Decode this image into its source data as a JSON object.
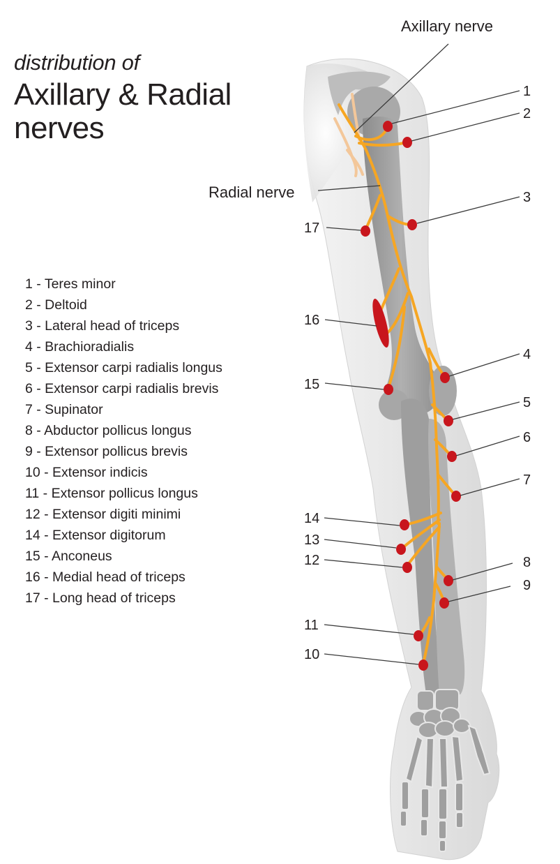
{
  "title": {
    "subtitle": "distribution of",
    "line1": "Axillary & Radial",
    "line2": "nerves"
  },
  "nerve_labels": {
    "axillary": "Axillary nerve",
    "radial": "Radial nerve"
  },
  "legend": [
    {
      "num": "1",
      "name": "Teres minor",
      "text": "1 - Teres minor"
    },
    {
      "num": "2",
      "name": "Deltoid",
      "text": "2 - Deltoid"
    },
    {
      "num": "3",
      "name": "Lateral head of triceps",
      "text": "3 - Lateral head of triceps"
    },
    {
      "num": "4",
      "name": "Brachioradialis",
      "text": "4 - Brachioradialis"
    },
    {
      "num": "5",
      "name": "Extensor carpi radialis longus",
      "text": "5 - Extensor carpi radialis longus"
    },
    {
      "num": "6",
      "name": "Extensor carpi radialis brevis",
      "text": "6 - Extensor carpi radialis brevis"
    },
    {
      "num": "7",
      "name": "Supinator",
      "text": "7 - Supinator"
    },
    {
      "num": "8",
      "name": "Abductor pollicus longus",
      "text": "8 - Abductor pollicus longus"
    },
    {
      "num": "9",
      "name": "Extensor pollicus brevis",
      "text": "9 - Extensor pollicus brevis"
    },
    {
      "num": "10",
      "name": "Extensor indicis",
      "text": "10 - Extensor indicis"
    },
    {
      "num": "11",
      "name": "Extensor pollicus longus",
      "text": "11 - Extensor pollicus longus"
    },
    {
      "num": "12",
      "name": "Extensor digiti minimi",
      "text": "12 - Extensor digiti minimi"
    },
    {
      "num": "14",
      "name": "Extensor digitorum",
      "text": "14 - Extensor digitorum"
    },
    {
      "num": "15",
      "name": "Anconeus",
      "text": "15 - Anconeus"
    },
    {
      "num": "16",
      "name": "Medial head of triceps",
      "text": "16 - Medial head of triceps"
    },
    {
      "num": "17",
      "name": "Long head of triceps",
      "text": "17 - Long head of triceps"
    }
  ],
  "callouts": {
    "c1": "1",
    "c2": "2",
    "c3": "3",
    "c4": "4",
    "c5": "5",
    "c6": "6",
    "c7": "7",
    "c8": "8",
    "c9": "9",
    "c10": "10",
    "c11": "11",
    "c12": "12",
    "c13": "13",
    "c14": "14",
    "c15": "15",
    "c16": "16",
    "c17": "17"
  },
  "colors": {
    "nerve": "#f6a623",
    "muscle_marker": "#c8161d",
    "bone": "#9a9a9a",
    "skin": "#ececec",
    "text": "#231f20"
  }
}
